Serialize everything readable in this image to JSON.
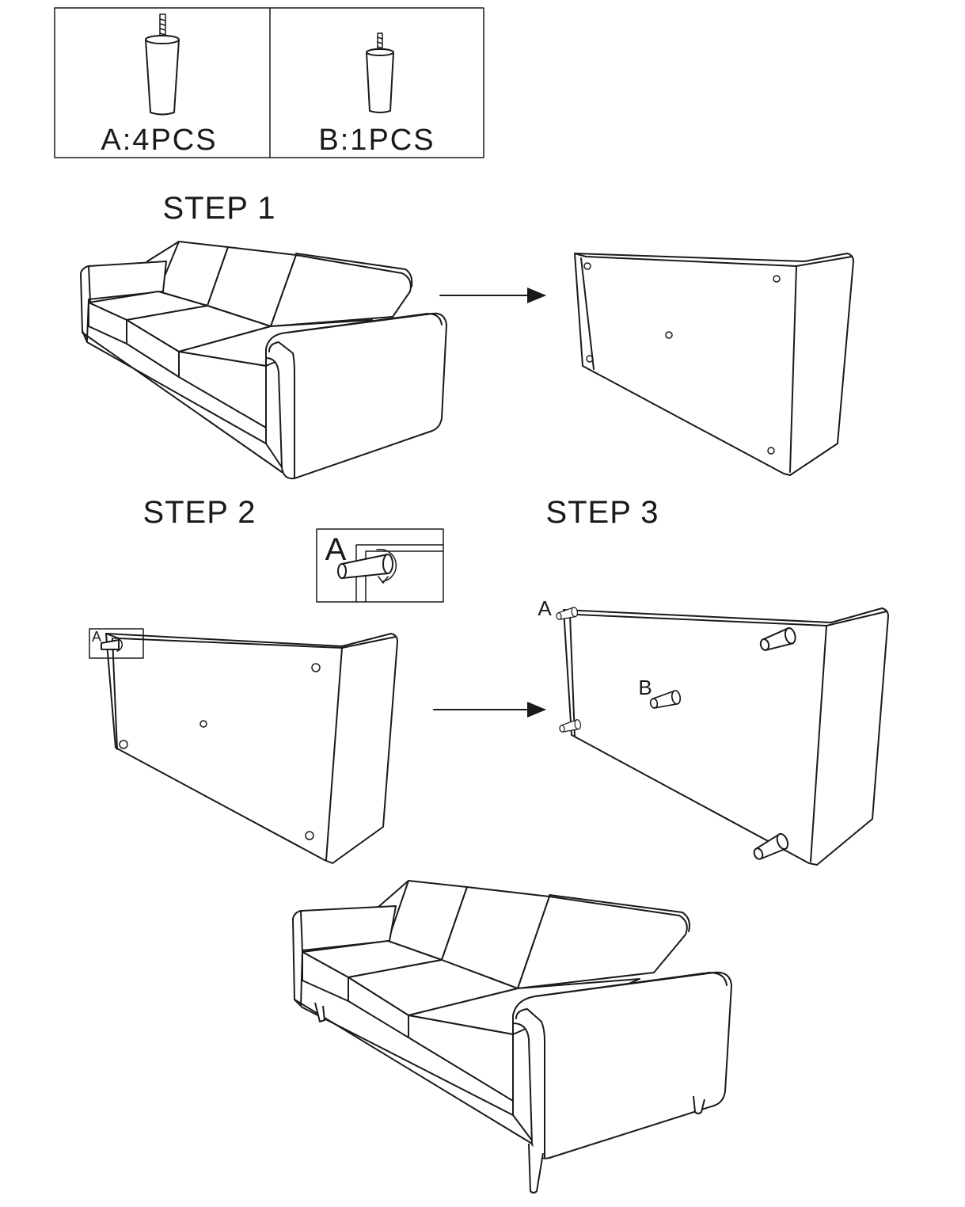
{
  "parts": {
    "a_label": "A:4PCS",
    "b_label": "B:1PCS"
  },
  "steps": {
    "step1": "STEP 1",
    "step2": "STEP 2",
    "step3": "STEP 3"
  },
  "callouts": {
    "zoom_a": "A",
    "small_a": "A",
    "step3_a": "A",
    "step3_b": "B"
  }
}
